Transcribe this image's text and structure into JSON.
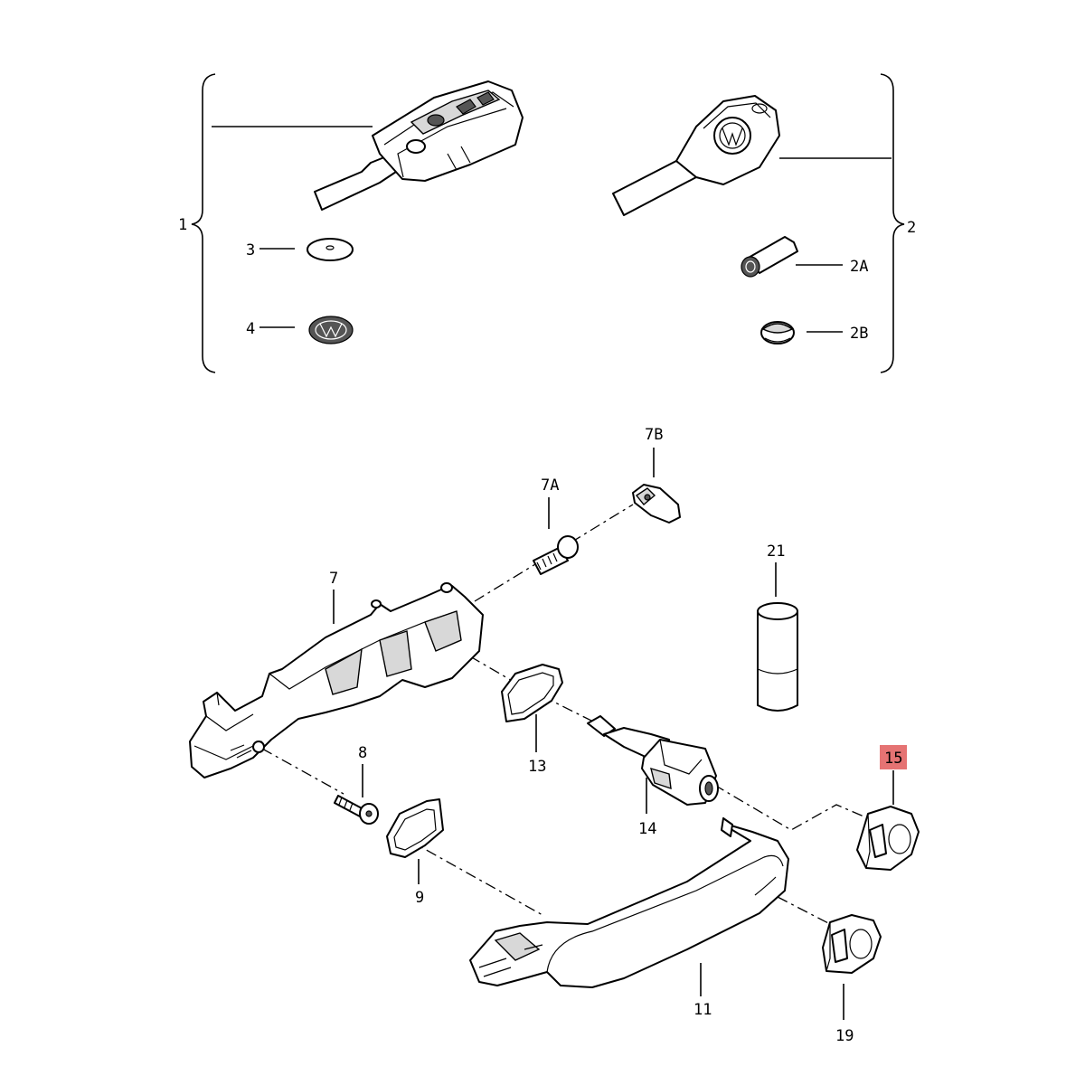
{
  "callouts": {
    "c1": "1",
    "c2": "2",
    "c3": "3",
    "c4": "4",
    "c2a": "2A",
    "c2b": "2B",
    "c7": "7",
    "c7a": "7A",
    "c7b": "7B",
    "c8": "8",
    "c9": "9",
    "c11": "11",
    "c13": "13",
    "c14": "14",
    "c15": "15",
    "c19": "19",
    "c21": "21"
  },
  "highlight": {
    "callout": "15",
    "color": "#e57373"
  },
  "colors": {
    "line": "#000000",
    "background": "#ffffff",
    "part_shade": "#d8d8d8"
  }
}
